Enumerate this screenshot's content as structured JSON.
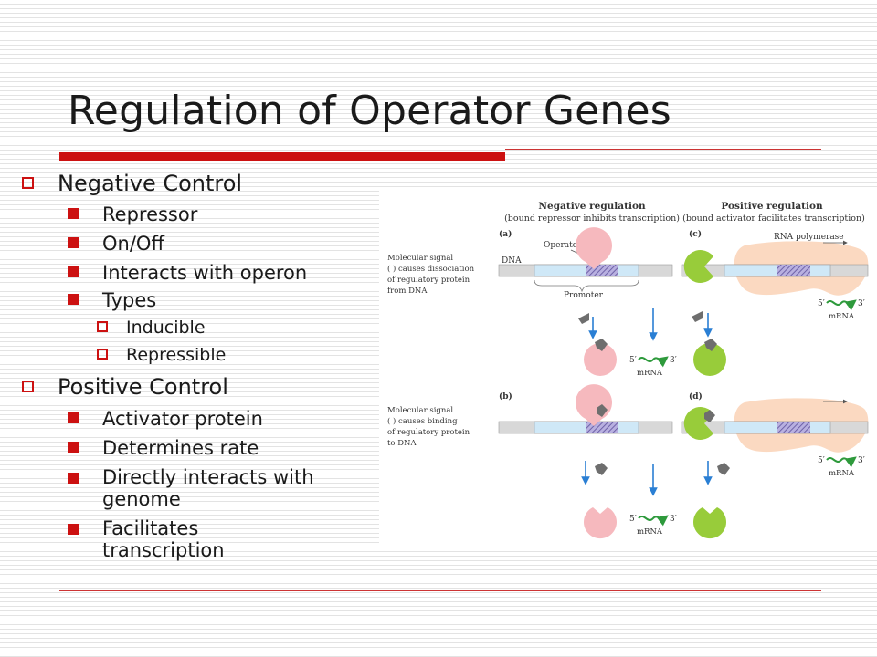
{
  "slide": {
    "title": "Regulation of Operator Genes",
    "negative": {
      "heading": "Negative Control",
      "items": [
        "Repressor",
        "On/Off",
        "Interacts with operon",
        "Types"
      ],
      "types": [
        "Inducible",
        "Repressible"
      ]
    },
    "positive": {
      "heading": "Positive Control",
      "items": [
        "Activator protein",
        "Determines rate",
        "Directly interacts with genome",
        "Facilitates transcription"
      ]
    }
  },
  "figure": {
    "neg_title": "Negative regulation",
    "neg_sub": "(bound repressor inhibits transcription)",
    "pos_title": "Positive regulation",
    "pos_sub": "(bound activator facilitates transcription)",
    "panel_a": "(a)",
    "panel_b": "(b)",
    "panel_c": "(c)",
    "panel_d": "(d)",
    "dna": "DNA",
    "operator": "Operator",
    "promoter": "Promoter",
    "rna_polymerase": "RNA polymerase",
    "mrna": "mRNA",
    "five_prime": "5′",
    "three_prime": "3′",
    "signal_a": [
      "Molecular signal",
      "( ) causes dissociation",
      "of regulatory protein",
      "from DNA"
    ],
    "signal_b": [
      "Molecular signal",
      "( ) causes binding",
      "of regulatory protein",
      "to DNA"
    ],
    "colors": {
      "accent": "#cc1111",
      "repressor": "#f6b9be",
      "activator": "#98cc3a",
      "polymerase": "#fbd9c1",
      "dna_promoter": "#cfe8f7",
      "operator": "#8e83c4",
      "arrow": "#2a7fd4",
      "mrna": "#2e9a3c",
      "signal": "#6e6e6e"
    }
  }
}
